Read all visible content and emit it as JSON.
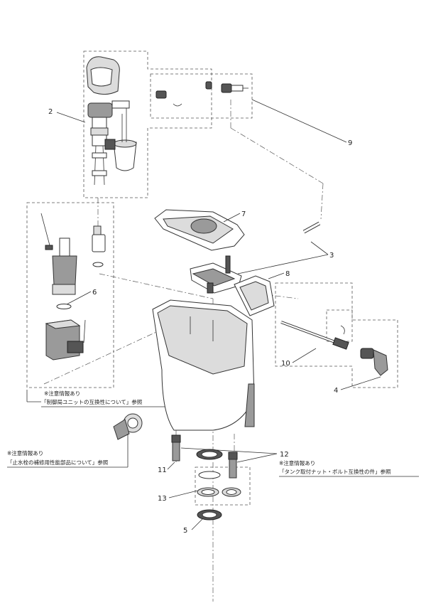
{
  "callouts": {
    "c2": "2",
    "c3": "3",
    "c4": "4",
    "c5": "5",
    "c6": "6",
    "c7": "7",
    "c8": "8",
    "c9": "9",
    "c10": "10",
    "c11": "11",
    "c12": "12",
    "c13": "13"
  },
  "notes": {
    "control_unit": {
      "line1": "※注意情報あり",
      "line2": "「制御局ユニットの互換性について」参照"
    },
    "stop_valve": {
      "line1": "※注意情報あり",
      "line2": "「止水栓の補修用性能部品について」参照"
    },
    "tank_nut": {
      "line1": "※注意情報あり",
      "line2": "「タンク取付ナット・ボルト互換性の件」参照"
    }
  }
}
